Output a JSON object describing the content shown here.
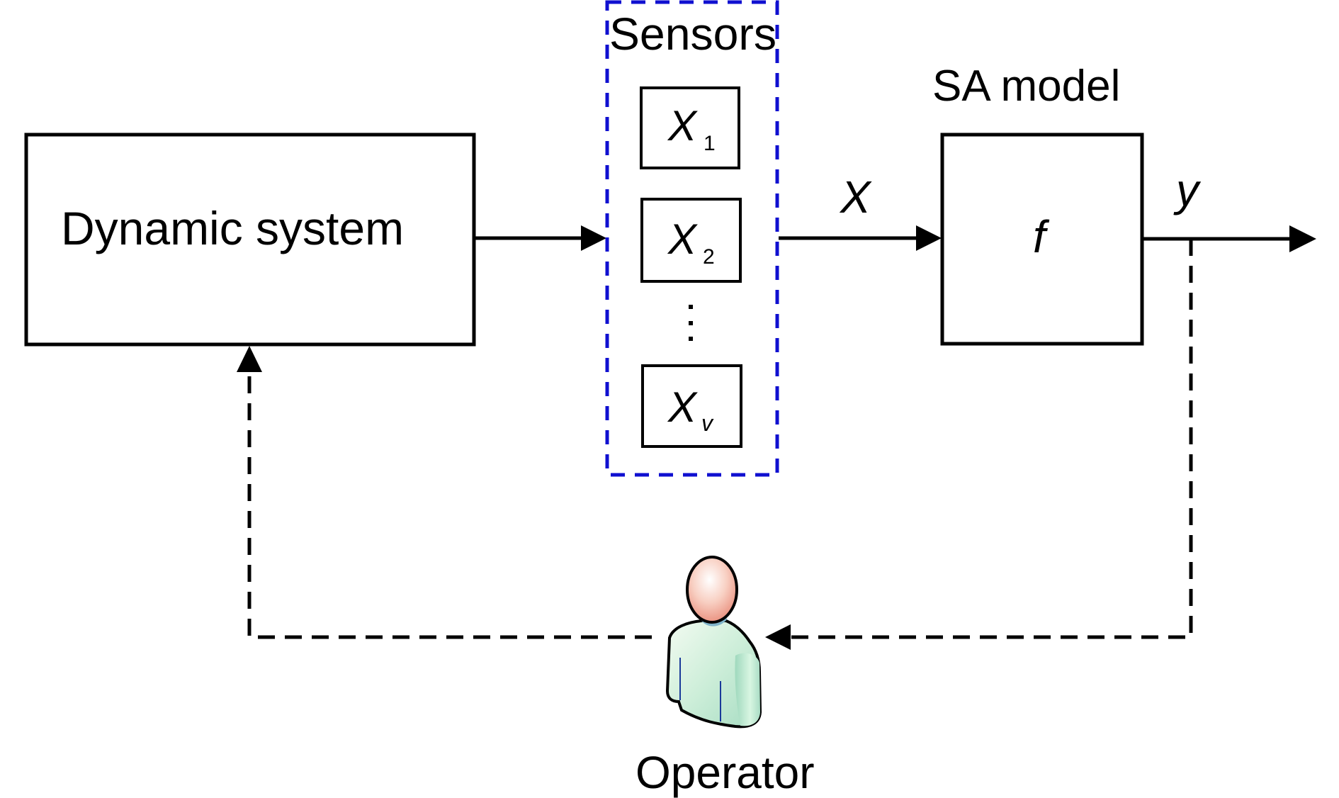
{
  "diagram": {
    "blocks": {
      "dynamic_system": {
        "label": "Dynamic system"
      },
      "sensors_group": {
        "title": "Sensors"
      },
      "sensors": [
        {
          "symbol": "X",
          "subscript": "1"
        },
        {
          "symbol": "X",
          "subscript": "2"
        },
        {
          "symbol": "X",
          "subscript": "v"
        }
      ],
      "ellipsis": "⋮",
      "sa_model": {
        "title": "SA model",
        "function_label": "f"
      },
      "operator": {
        "label": "Operator"
      }
    },
    "edges": {
      "sensors_to_model_label": "X",
      "model_output_label": "y"
    },
    "colors": {
      "sensor_group_border": "#1010d0",
      "line": "#000000",
      "operator_head": "#f6b8a8",
      "operator_body": "#c9ecd4",
      "operator_collar": "#7fb3c9"
    }
  }
}
